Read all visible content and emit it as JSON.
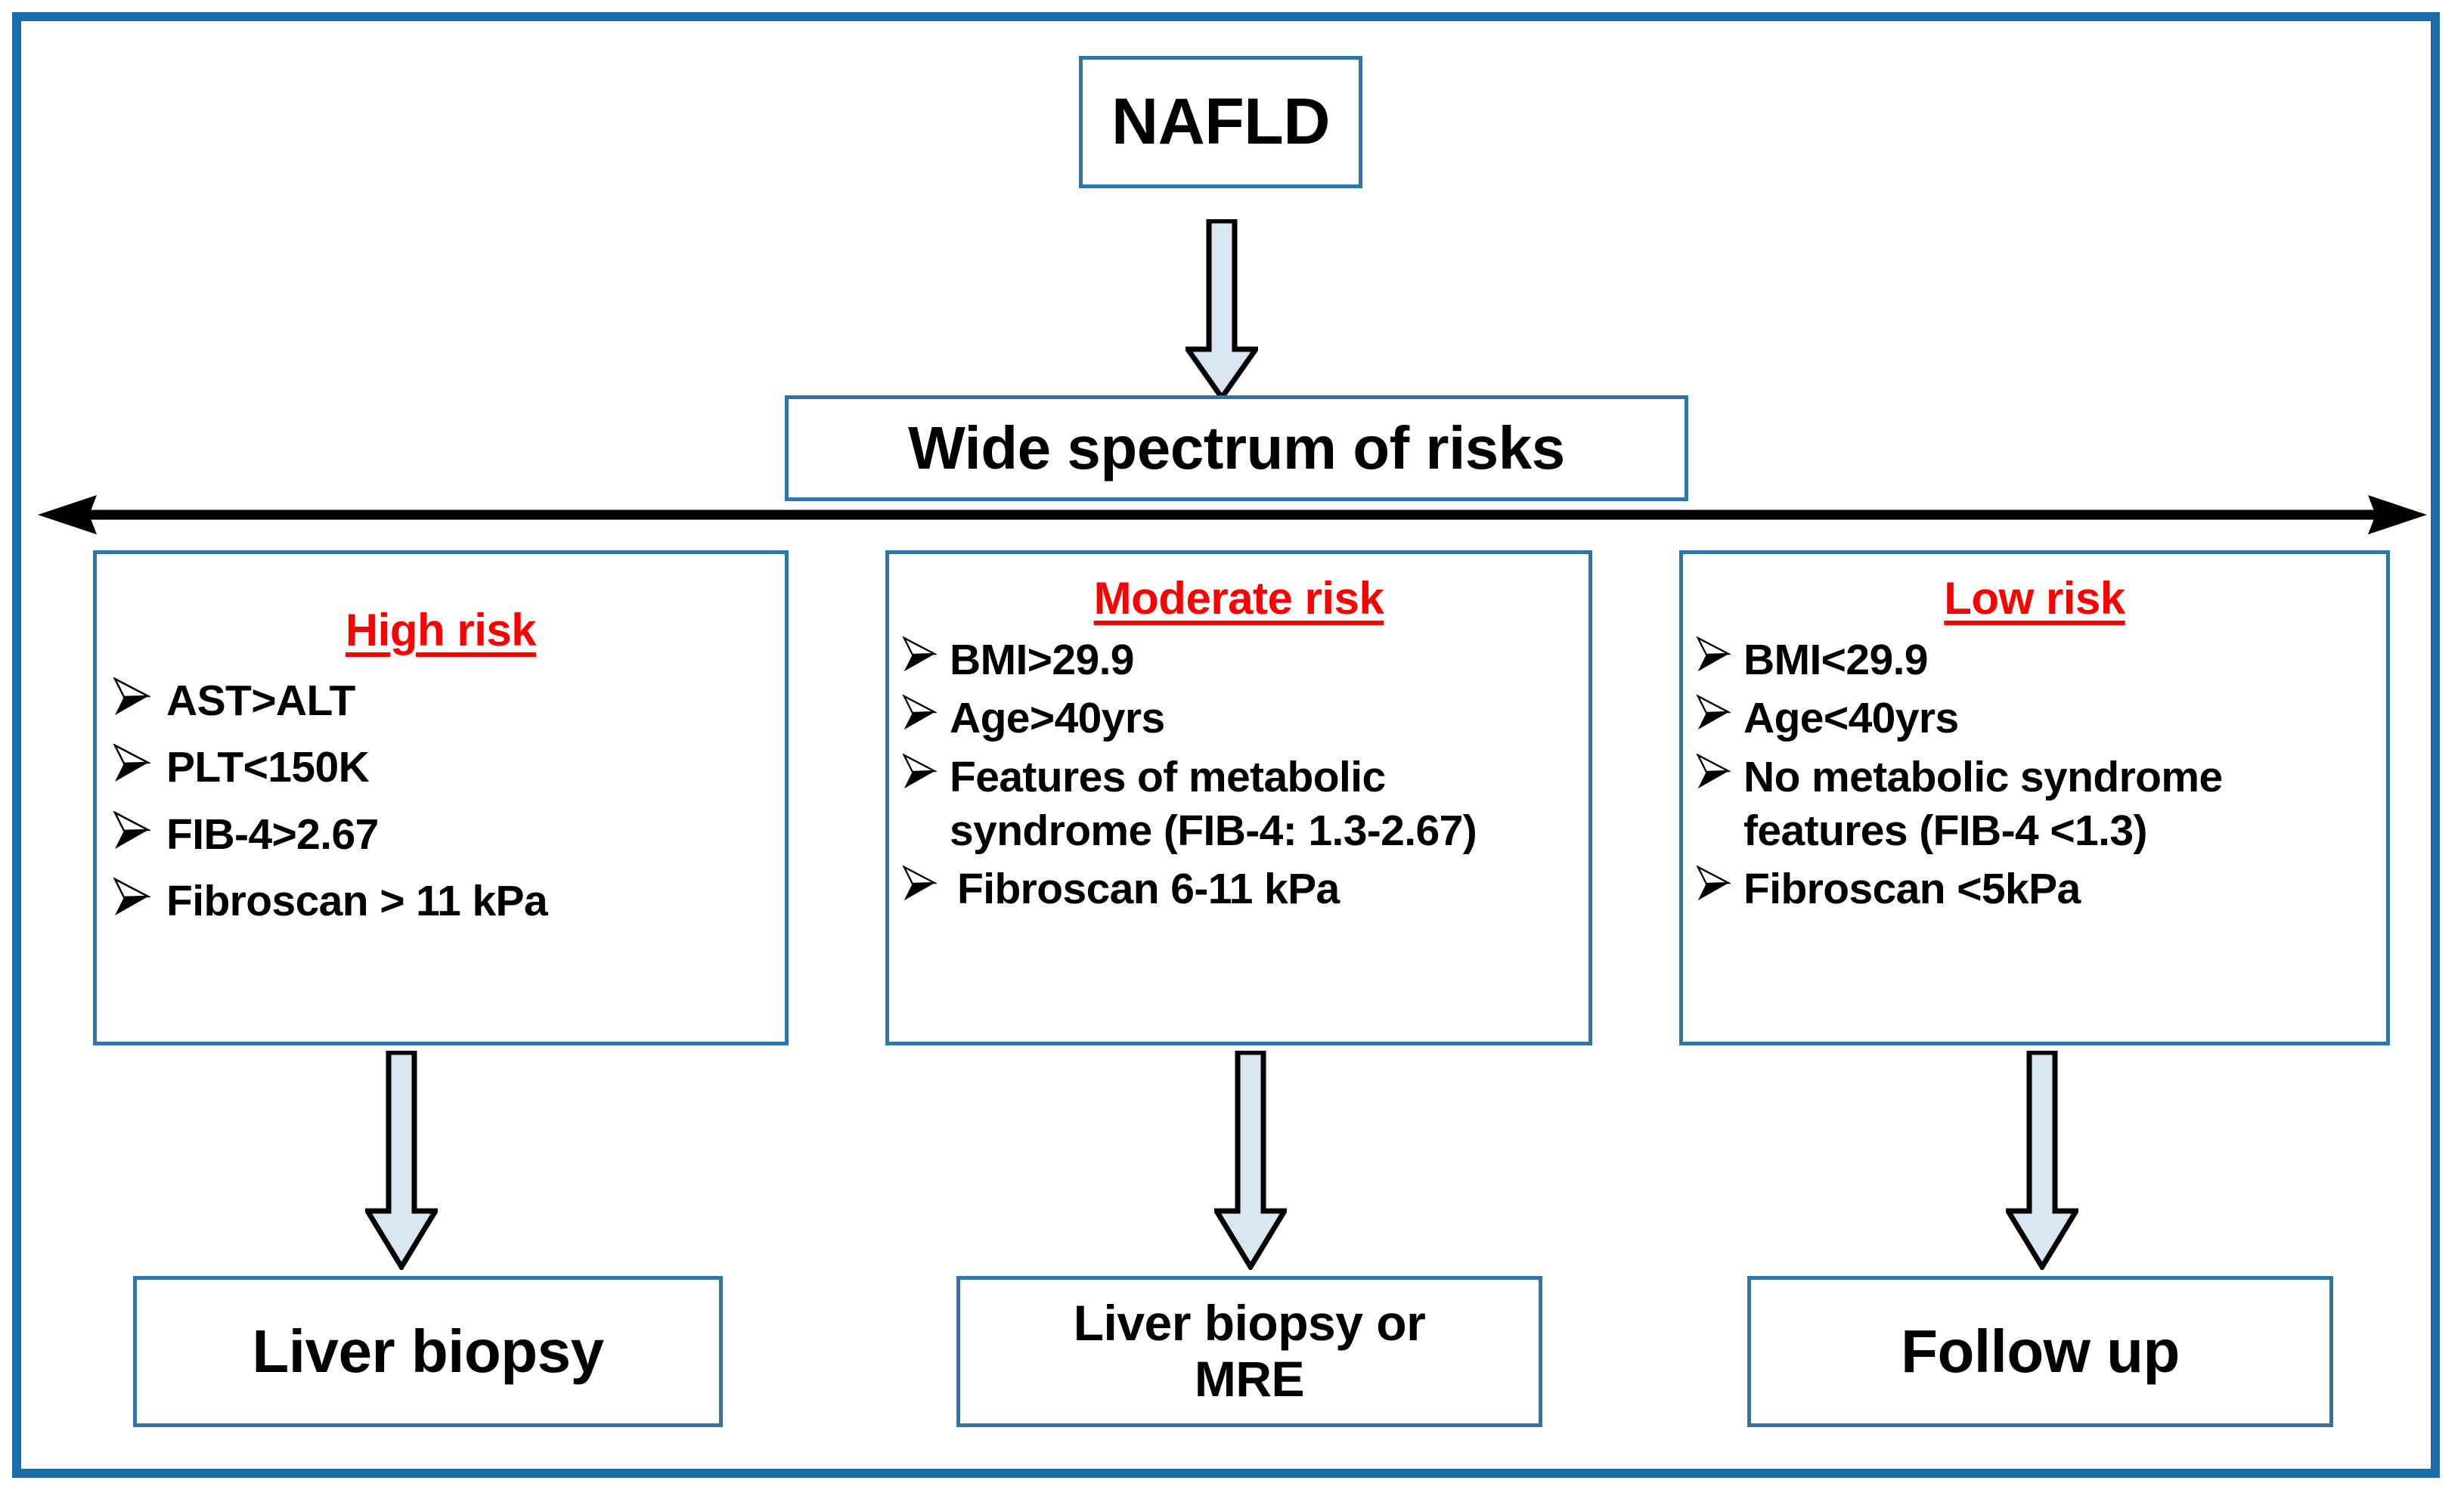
{
  "diagram": {
    "title_node": {
      "label": "NAFLD"
    },
    "spectrum_node": {
      "label": "Wide spectrum of risks"
    },
    "spectrum_arrow": {
      "name": "risk-spectrum-double-arrow",
      "color": "#000000"
    },
    "colors": {
      "frame_border": "#1b6ca8",
      "box_border": "#2e75a8",
      "heading_red": "#ff0000",
      "arrow_fill": "#d9e5f1",
      "arrow_outline": "#000000",
      "text": "#000000"
    },
    "bullet_glyph": "arrowhead-bullet",
    "risk_columns": [
      {
        "id": "high",
        "title": "High risk",
        "criteria": [
          "AST>ALT",
          "PLT<150K",
          "FIB-4>2.67",
          "Fibroscan > 11 kPa"
        ],
        "outcome": "Liver biopsy"
      },
      {
        "id": "moderate",
        "title": "Moderate risk",
        "criteria": [
          "BMI>29.9",
          "Age>40yrs",
          "Features of metabolic syndrome (FIB-4: 1.3-2.67)",
          "Fibroscan 6-11 kPa"
        ],
        "outcome": "Liver biopsy or MRE"
      },
      {
        "id": "low",
        "title": "Low risk",
        "criteria": [
          "BMI<29.9",
          "Age<40yrs",
          "No metabolic syndrome features (FIB-4 <1.3)",
          "Fibroscan <5kPa"
        ],
        "outcome": "Follow up"
      }
    ],
    "outcomes": {
      "high": {
        "line1": "Liver biopsy",
        "line2": ""
      },
      "moderate": {
        "line1": "Liver biopsy or",
        "line2": "MRE"
      },
      "low": {
        "line1": "Follow up",
        "line2": ""
      }
    }
  }
}
